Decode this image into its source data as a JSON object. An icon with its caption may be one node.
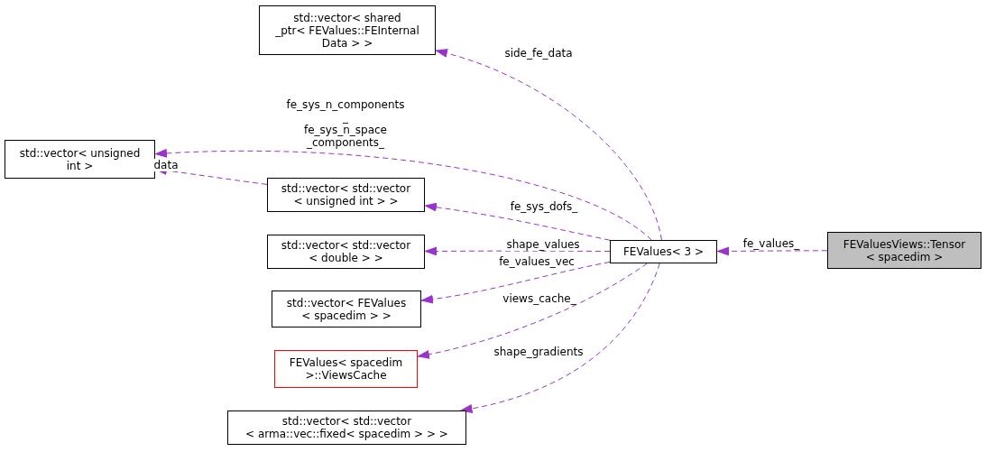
{
  "diagram": {
    "nodes": [
      {
        "text": [
          "FEValuesViews::Tensor < spacedim >"
        ]
      },
      {
        "text": [
          "FEValues< 3 >"
        ]
      },
      {
        "text": [
          "std::vector< shared _ptr< FEValues::FEInternal Data > >"
        ]
      },
      {
        "text": [
          "std::vector< unsigned int >"
        ]
      },
      {
        "text": [
          "std::vector< std::vector < unsigned int > >"
        ]
      },
      {
        "text": [
          "std::vector< std::vector < double > >"
        ]
      },
      {
        "text": [
          "std::vector< FEValues < spacedim > >"
        ]
      },
      {
        "text": [
          "FEValues< spacedim >::ViewsCache"
        ]
      },
      {
        "text": [
          "std::vector< std::vector < arma::vec::fixed< spacedim > > >"
        ]
      }
    ],
    "edges": [
      {
        "from": 0,
        "to": 1,
        "arrow": "to",
        "label": "fe_values_"
      },
      {
        "from": 1,
        "to": 2,
        "arrow": "to",
        "label": "side_fe_data"
      },
      {
        "from": 1,
        "to": 3,
        "arrow": "to",
        "label": "fe_sys_n_components _ fe_sys_n_space _components_"
      },
      {
        "from": 4,
        "to": 3,
        "arrow": "to",
        "label": "data"
      },
      {
        "from": 1,
        "to": 4,
        "arrow": "to",
        "label": "fe_sys_dofs_"
      },
      {
        "from": 1,
        "to": 5,
        "arrow": "to",
        "label": "shape_values"
      },
      {
        "from": 1,
        "to": 6,
        "arrow": "to",
        "label": "fe_values_vec"
      },
      {
        "from": 1,
        "to": 7,
        "arrow": "to",
        "label": "views_cache_"
      },
      {
        "from": 1,
        "to": 8,
        "arrow": "to",
        "label": "shape_gradients"
      }
    ]
  }
}
